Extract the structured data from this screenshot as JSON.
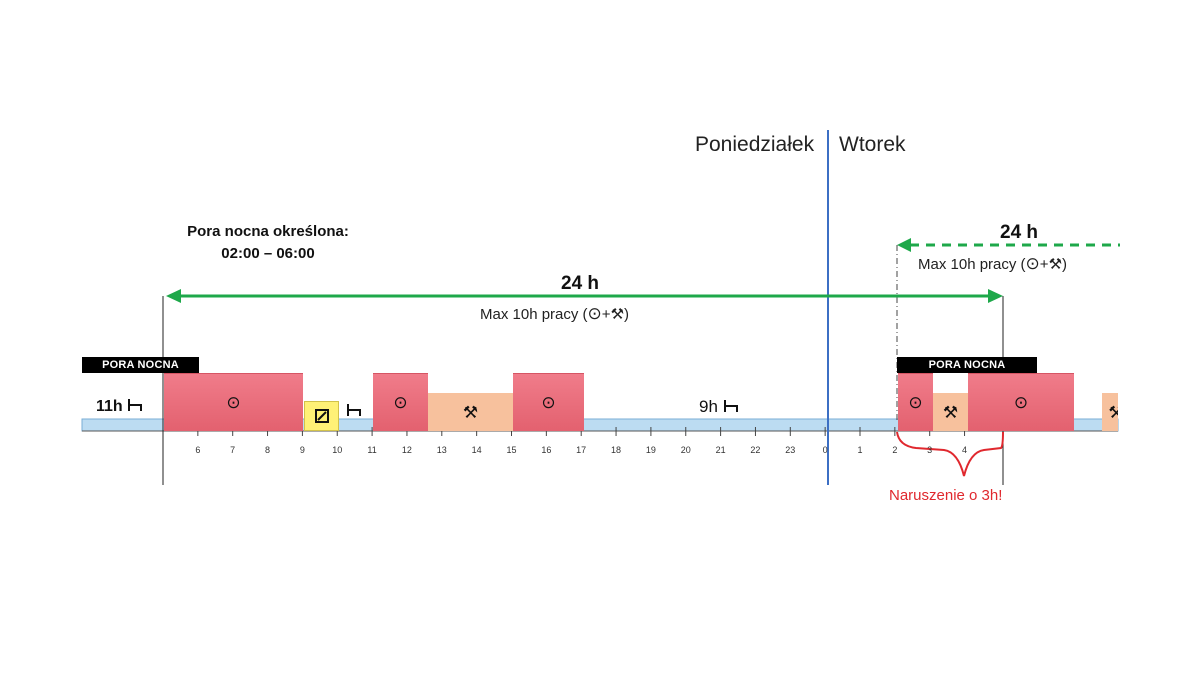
{
  "days": {
    "monday": "Poniedziałek",
    "tuesday": "Wtorek"
  },
  "night_definition": {
    "line1": "Pora nocna określona:",
    "line2": "02:00 – 06:00"
  },
  "night_badge": "PORA NOCNA",
  "span_main": {
    "title": "24 h",
    "note_prefix": "Max 10h pracy (",
    "note_suffix": ")"
  },
  "span_second": {
    "title": "24 h",
    "note_prefix": "Max 10h pracy (",
    "note_suffix": ")"
  },
  "rest_labels": {
    "before": "11h",
    "middle": "9h"
  },
  "violation": "Naruszenie o 3h!",
  "ticks": [
    "6",
    "7",
    "8",
    "9",
    "10",
    "11",
    "12",
    "13",
    "14",
    "15",
    "16",
    "17",
    "18",
    "19",
    "20",
    "21",
    "22",
    "23",
    "0",
    "1",
    "2",
    "3",
    "4"
  ],
  "icons": {
    "driving": "steering-wheel-icon",
    "work": "hammers-icon",
    "availability": "availability-box-icon",
    "rest": "bed-icon"
  },
  "colors": {
    "driving": "#e3616f",
    "work": "#f7c19d",
    "availability": "#fff176",
    "span_arrow": "#1ea84a",
    "day_divider": "#3c6fc4",
    "violation": "#e0282e",
    "timeline": "#bcdcf2"
  }
}
